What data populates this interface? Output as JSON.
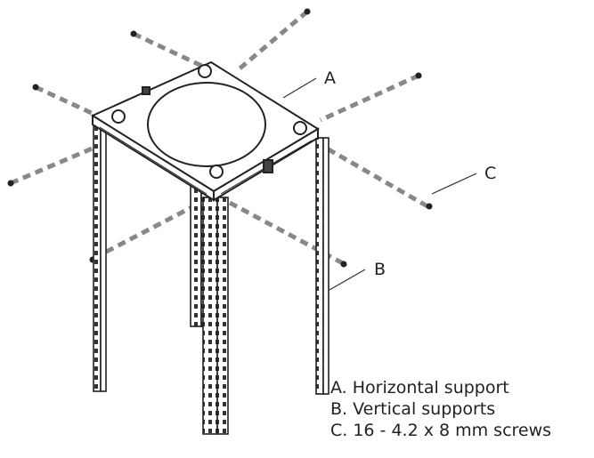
{
  "callouts": {
    "a": "A",
    "b": "B",
    "c": "C"
  },
  "legend": {
    "a": "A. Horizontal support",
    "b": "B.  Vertical supports",
    "c": "C.  16 - 4.2 x 8 mm screws"
  },
  "colors": {
    "line": "#222222",
    "dashes": "#777777"
  }
}
